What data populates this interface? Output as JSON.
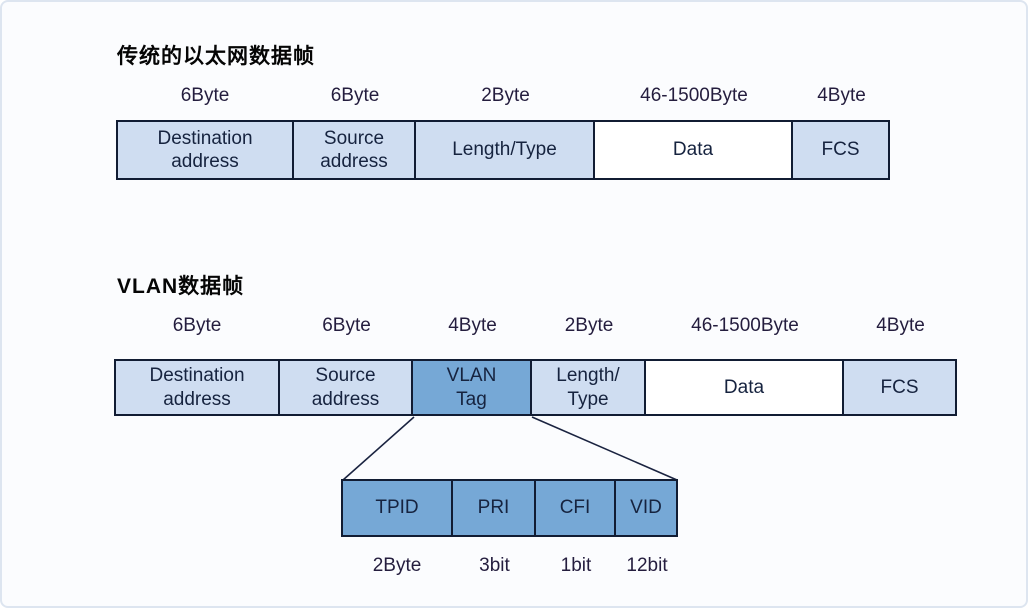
{
  "colors": {
    "light_cell": "#cfddf1",
    "white_cell": "#ffffff",
    "tag_cell": "#76a8d6",
    "border": "#111c33",
    "label_text": "#241d3e",
    "cell_text": "#16233f"
  },
  "ethernet": {
    "title": "传统的以太网数据帧",
    "fields": [
      {
        "label": "Destination address",
        "size": "6Byte"
      },
      {
        "label": "Source address",
        "size": "6Byte"
      },
      {
        "label": "Length/Type",
        "size": "2Byte"
      },
      {
        "label": "Data",
        "size": "46-1500Byte"
      },
      {
        "label": "FCS",
        "size": "4Byte"
      }
    ]
  },
  "vlan": {
    "title": "VLAN数据帧",
    "fields": [
      {
        "label": "Destination address",
        "size": "6Byte"
      },
      {
        "label": "Source address",
        "size": "6Byte"
      },
      {
        "label": "VLAN Tag",
        "size": "4Byte"
      },
      {
        "label": "Length/Type",
        "size": "2Byte"
      },
      {
        "label": "Data",
        "size": "46-1500Byte"
      },
      {
        "label": "FCS",
        "size": "4Byte"
      }
    ]
  },
  "vlan_tag_detail": {
    "fields": [
      {
        "label": "TPID",
        "size": "2Byte"
      },
      {
        "label": "PRI",
        "size": "3bit"
      },
      {
        "label": "CFI",
        "size": "1bit"
      },
      {
        "label": "VID",
        "size": "12bit"
      }
    ]
  }
}
